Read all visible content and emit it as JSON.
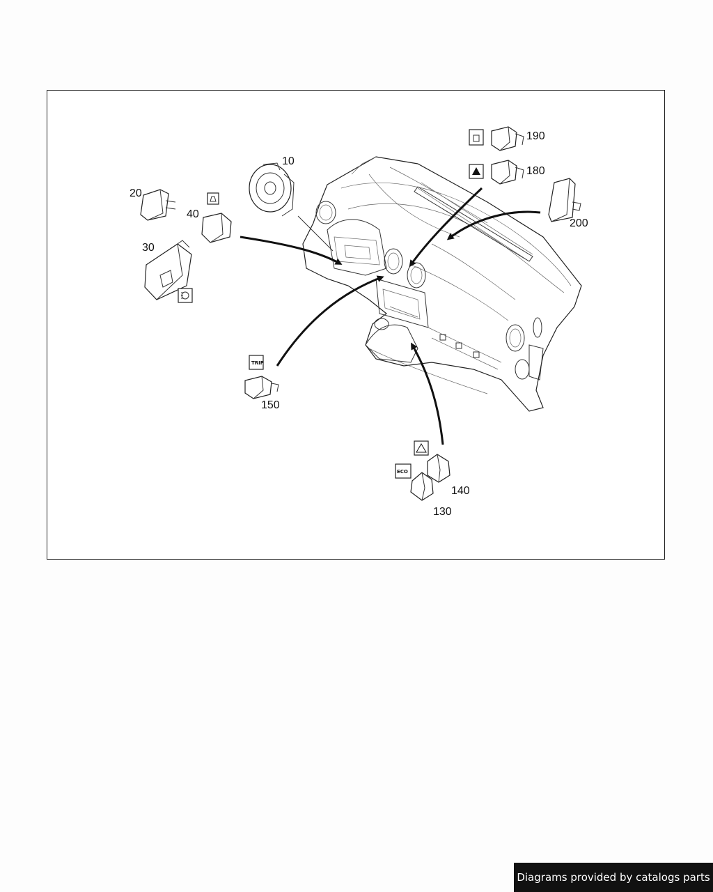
{
  "callouts": {
    "p10": "10",
    "p20": "20",
    "p30": "30",
    "p40": "40",
    "p130": "130",
    "p140": "140",
    "p150": "150",
    "p180": "180",
    "p190": "190",
    "p200": "200"
  },
  "icon_labels": {
    "trip": "TRIP",
    "eco": "ECO"
  },
  "icons": {
    "p190": "door-lock-icon",
    "p180": "hazard-triangle-icon",
    "p40": "seat-heating-icon",
    "p30": "headlight-range-icon",
    "p150": "trip-button-icon",
    "p130": "eco-button-icon",
    "p140": "esp-off-icon"
  },
  "footer": {
    "credit": "Diagrams provided by catalogs parts"
  }
}
